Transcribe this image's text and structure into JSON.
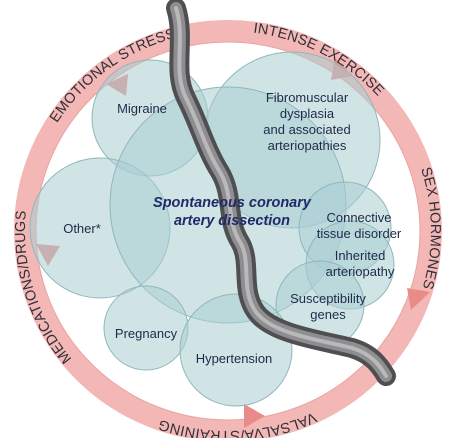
{
  "center_label": {
    "line1": "Spontaneous coronary",
    "line2": "artery dissection"
  },
  "factors": {
    "migraine": "Migraine",
    "fmd_line1": "Fibromuscular",
    "fmd_line2": "dysplasia",
    "fmd_line3": "and associated",
    "fmd_line4": "arteriopathies",
    "other": "Other*",
    "ctd_line1": "Connective",
    "ctd_line2": "tissue disorder",
    "inherited_line1": "Inherited",
    "inherited_line2": "arteriopathy",
    "susceptibility_line1": "Susceptibility",
    "susceptibility_line2": "genes",
    "pregnancy": "Pregnancy",
    "hypertension": "Hypertension"
  },
  "triggers": {
    "top": "INTENSE EXERCISE",
    "right": "SEX HORMONES",
    "bottom": "VALSALVA/STRAINING",
    "left_bottom": "MEDICATIONS/DRUGS",
    "left_top": "EMOTIONAL STRESS"
  },
  "colors": {
    "ring": "#f3b8b6",
    "ring_arrow": "#e98c89",
    "bubble": "#a9cdd2",
    "bubble_stroke": "#8fb7bd",
    "artery": "#6e6e70"
  }
}
